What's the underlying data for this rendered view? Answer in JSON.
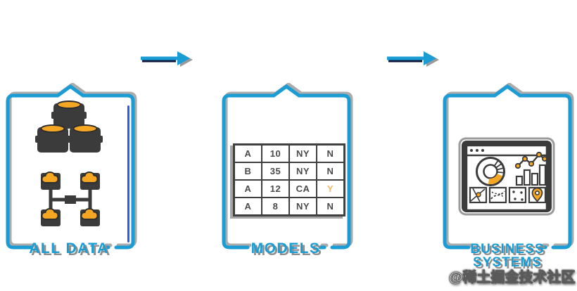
{
  "diagram": {
    "flow_arrows": [
      {
        "name": "arrow-1",
        "direction": "right"
      },
      {
        "name": "arrow-2",
        "direction": "right"
      }
    ],
    "panels": [
      {
        "id": "all-data",
        "label": "ALL DATA",
        "icons": [
          "database-cluster-icon",
          "cloud-network-icon"
        ]
      },
      {
        "id": "models",
        "label": "MODELS",
        "table": {
          "rows": [
            [
              "A",
              "10",
              "NY",
              "N"
            ],
            [
              "B",
              "35",
              "NY",
              "N"
            ],
            [
              "A",
              "12",
              "CA",
              "Y"
            ],
            [
              "A",
              "8",
              "NY",
              "N"
            ]
          ],
          "highlight_cell": {
            "row": 2,
            "col": 3,
            "value": "Y",
            "color": "#efb96e"
          }
        }
      },
      {
        "id": "business-systems",
        "label_line1": "BUSINESS",
        "label_line2": "SYSTEMS",
        "icons": [
          "dashboard-icon"
        ]
      }
    ],
    "watermark": "@稀土掘金技术社区",
    "colors": {
      "accent_cyan": "#1a9cd5",
      "accent_orange": "#f5a623",
      "dark": "#3b3b3b",
      "shadow_gray": "#8f8f8f",
      "highlight_blue": "#2e5bea",
      "table_highlight_text": "#efb96e",
      "background": "#ffffff"
    }
  }
}
